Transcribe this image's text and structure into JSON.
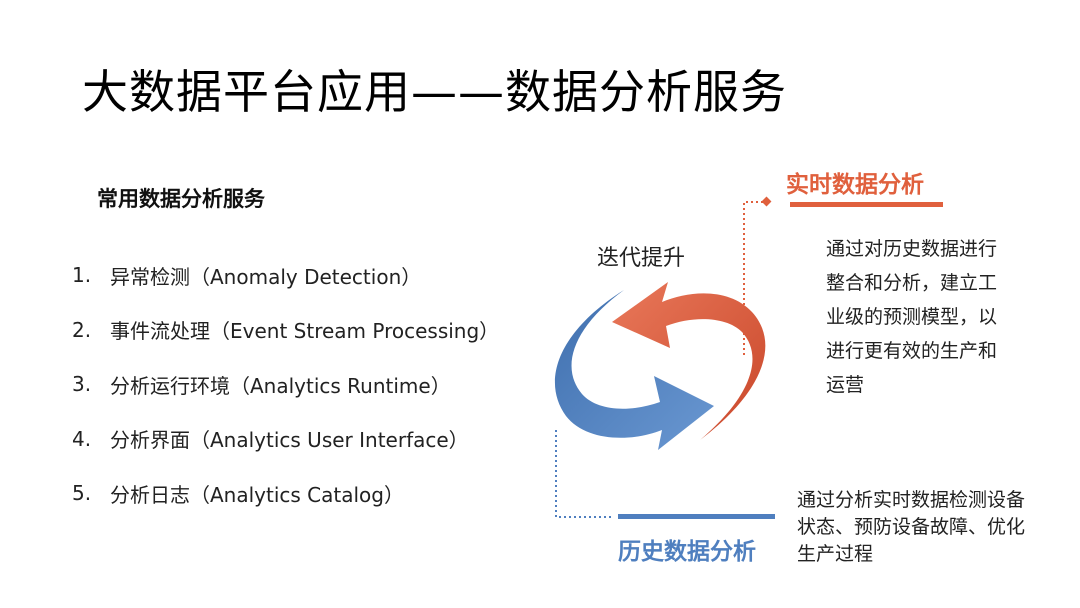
{
  "slide": {
    "title": "大数据平台应用——数据分析服务"
  },
  "services": {
    "heading": "常用数据分析服务",
    "items": [
      {
        "num": "1.",
        "label": "异常检测（Anomaly Detection）"
      },
      {
        "num": "2.",
        "label": "事件流处理（Event Stream Processing）"
      },
      {
        "num": "3.",
        "label": "分析运行环境（Analytics Runtime）"
      },
      {
        "num": "4.",
        "label": "分析界面（Analytics User Interface）"
      },
      {
        "num": "5.",
        "label": "分析日志（Analytics Catalog）"
      }
    ]
  },
  "cycle": {
    "iterate_label": "迭代提升",
    "realtime_title": "实时数据分析",
    "realtime_desc": "通过对历史数据进行整合和分析，建立工业级的预测模型，以进行更有效的生产和运营",
    "history_title": "历史数据分析",
    "history_desc": "通过分析实时数据检测设备状态、预防设备故障、优化生产过程"
  },
  "colors": {
    "realtime": "#e0603d",
    "history": "#4f7fbf"
  }
}
